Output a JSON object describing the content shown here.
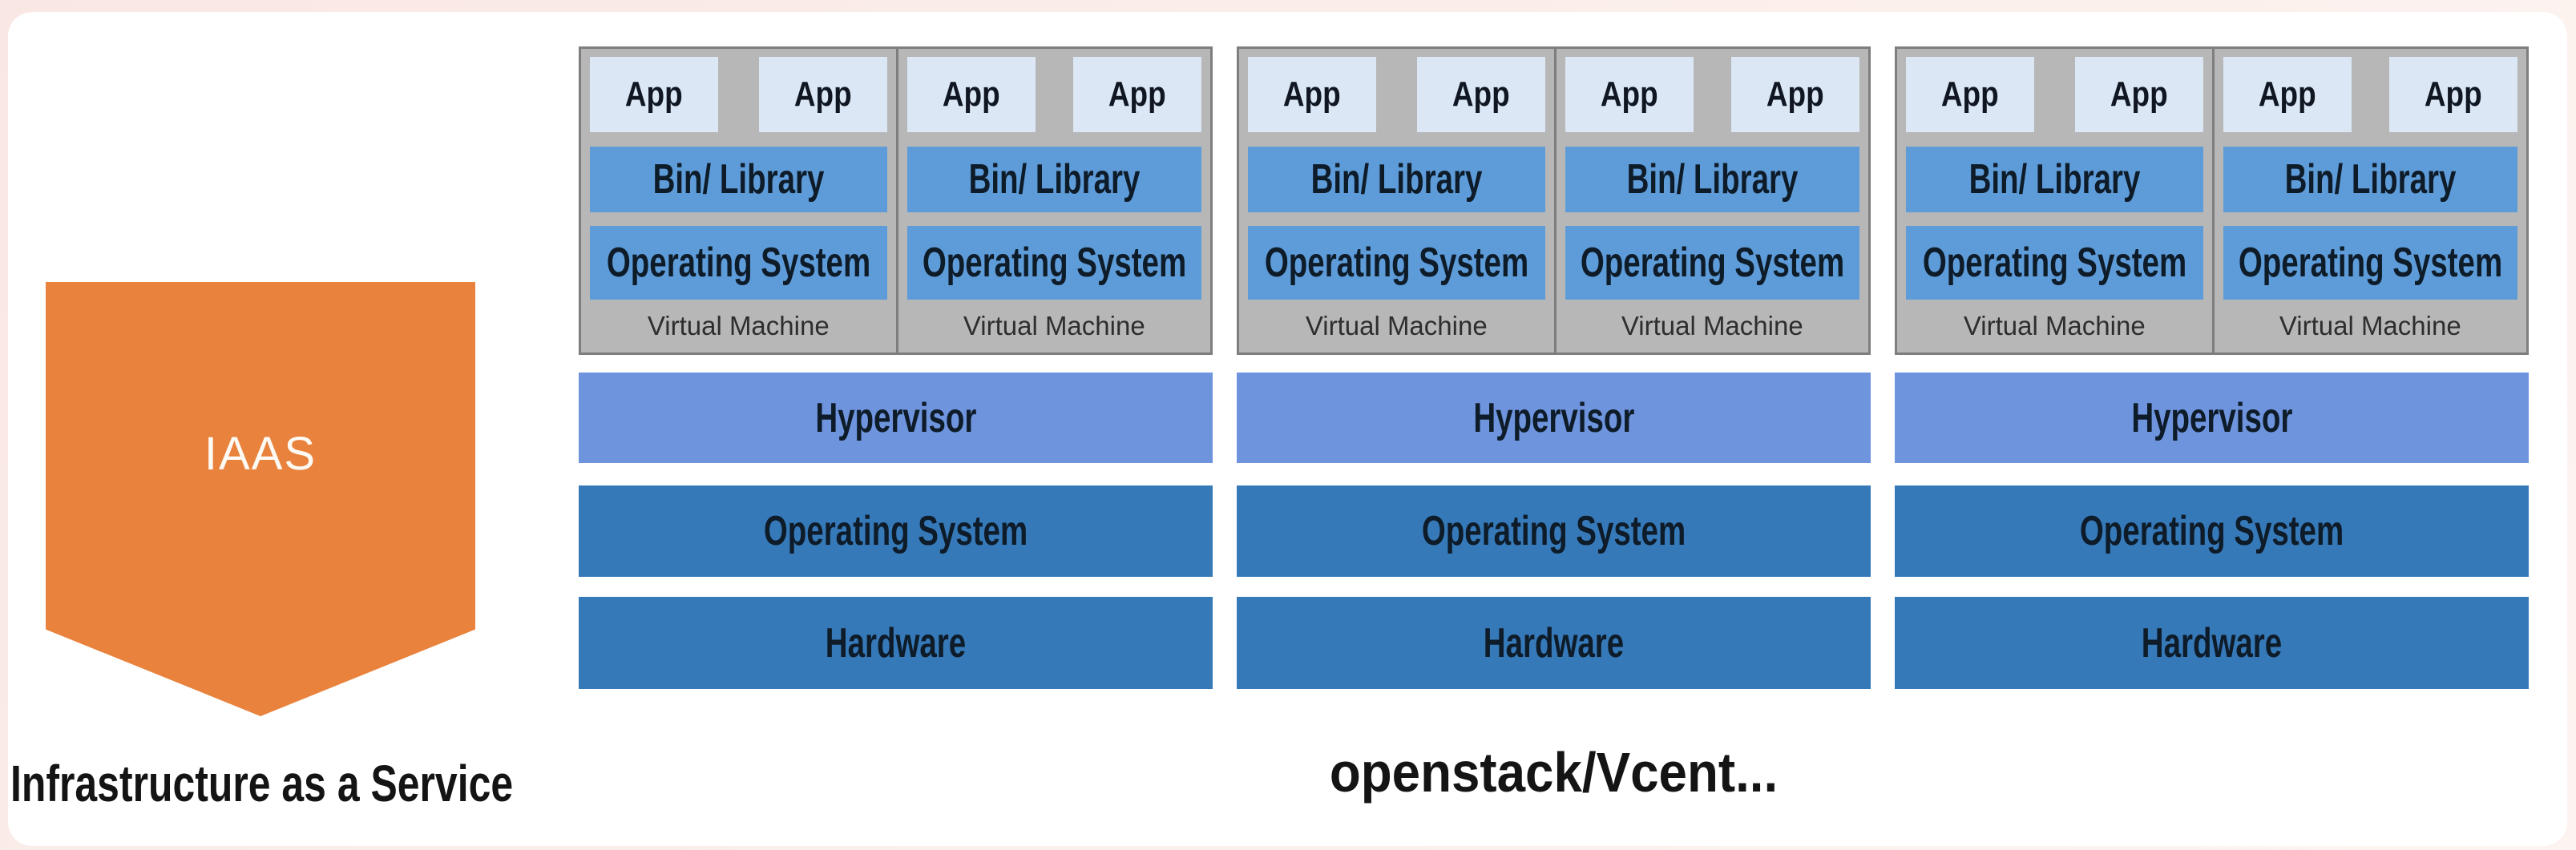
{
  "palette": {
    "page_edge_pink": "#f9e7e3",
    "slide_background": "#ffffff",
    "iaas_orange": "#e8823c",
    "app_box_blue": "#dbe7f5",
    "vm_inner_bar_blue": "#5e9cd9",
    "vm_box_gray": "#b7b7b7",
    "vm_box_border_gray": "#7e7e7e",
    "hypervisor_blue": "#6e94de",
    "host_layer_blue": "#3679b8",
    "bar_text_dark": "#0e1b28"
  },
  "iaas": {
    "label": "IAAS",
    "caption": "Infrastructure as a Service"
  },
  "platform_caption": "openstack/Vcent...",
  "columns": [
    {
      "vms": [
        {
          "apps": [
            "App",
            "App"
          ],
          "bin_library": "Bin/ Library",
          "operating_system": "Operating System",
          "label": "Virtual Machine"
        },
        {
          "apps": [
            "App",
            "App"
          ],
          "bin_library": "Bin/ Library",
          "operating_system": "Operating System",
          "label": "Virtual Machine"
        }
      ],
      "layers": {
        "hypervisor": "Hypervisor",
        "operating_system": "Operating System",
        "hardware": "Hardware"
      }
    },
    {
      "vms": [
        {
          "apps": [
            "App",
            "App"
          ],
          "bin_library": "Bin/ Library",
          "operating_system": "Operating System",
          "label": "Virtual Machine"
        },
        {
          "apps": [
            "App",
            "App"
          ],
          "bin_library": "Bin/ Library",
          "operating_system": "Operating System",
          "label": "Virtual Machine"
        }
      ],
      "layers": {
        "hypervisor": "Hypervisor",
        "operating_system": "Operating System",
        "hardware": "Hardware"
      }
    },
    {
      "vms": [
        {
          "apps": [
            "App",
            "App"
          ],
          "bin_library": "Bin/ Library",
          "operating_system": "Operating System",
          "label": "Virtual Machine"
        },
        {
          "apps": [
            "App",
            "App"
          ],
          "bin_library": "Bin/ Library",
          "operating_system": "Operating System",
          "label": "Virtual Machine"
        }
      ],
      "layers": {
        "hypervisor": "Hypervisor",
        "operating_system": "Operating System",
        "hardware": "Hardware"
      }
    }
  ]
}
